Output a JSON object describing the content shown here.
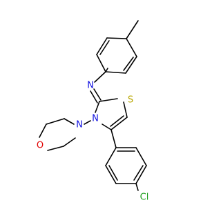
{
  "molecule": {
    "atoms": {
      "S": {
        "text": "S",
        "color": "#b8a600"
      },
      "N_imine": {
        "text": "N",
        "color": "#1010e0"
      },
      "N_ring": {
        "text": "N",
        "color": "#1010e0"
      },
      "N_morph": {
        "text": "N",
        "color": "#1010e0"
      },
      "O_morph": {
        "text": "O",
        "color": "#e00000"
      },
      "Cl": {
        "text": "Cl",
        "color": "#1e9e1e"
      }
    }
  }
}
